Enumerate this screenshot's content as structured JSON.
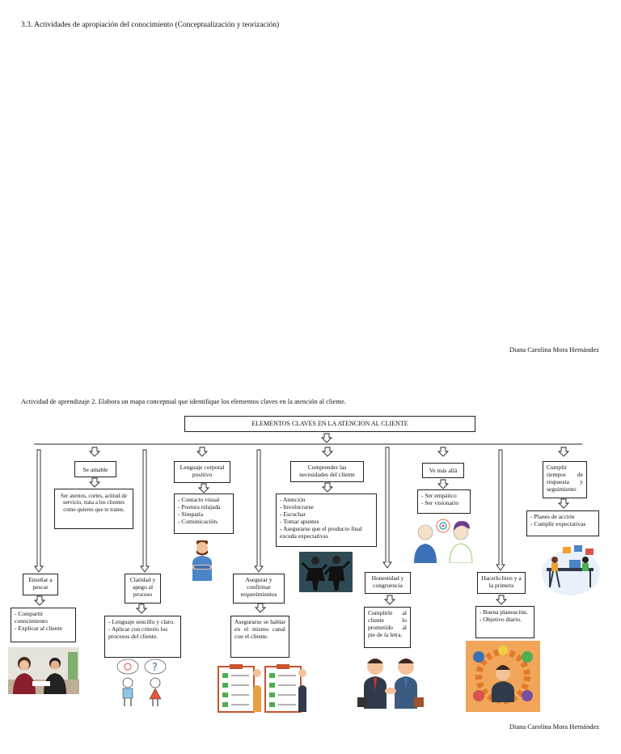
{
  "page1": {
    "heading": "3.3. Actividades de apropiación del conocimiento (Conceptualización y teorización)",
    "author": "Diana Carolina Mora Hernández"
  },
  "page2": {
    "heading": "Actividad de aprendizaje 2. Elabora un mapa conceptual que identifique los elementos claves en la atención al cliente.",
    "author": "Diana Carolina Mora Hernández"
  },
  "map": {
    "title": "ELEMENTOS CLAVES EN LA ATENCION AL CLIENTE",
    "top_concepts": [
      {
        "label": "Se amable",
        "detail": "Ser atentos, cortes, actitud de servicio, trata a los clientes como quieres que te traten."
      },
      {
        "label": "Lenguaje corporal positivo",
        "items": [
          "- Contacto visual",
          "- Postura relajada",
          "- Simpatía",
          "- Comunicación."
        ]
      },
      {
        "label": "Comprender las necesidades del cliente",
        "items": [
          "- Atención",
          "- Involucrarse",
          "- Escuchar",
          "- Tomar apuntes",
          "- Asegurarse que el producto final exceda expectativas"
        ]
      },
      {
        "label": "Ve más allá",
        "items": [
          "- Ser empático",
          "- Ser visionario"
        ]
      },
      {
        "label": "Cumplir tiempos de respuesta y seguimiento",
        "items": [
          "- Planes de acción",
          "- Cumplir expectativas"
        ]
      }
    ],
    "bottom_concepts": [
      {
        "label": "Enseñar a pescar",
        "items": [
          "- Compartir conocimiento",
          "- Explicar al cliente"
        ]
      },
      {
        "label": "Claridad y apego al proceso",
        "items": [
          "- Lenguaje sencillo y claro.",
          "- Aplicar con criterio los procesos del cliente."
        ]
      },
      {
        "label": "Asegurar y confirmar requerimientos",
        "detail": "Asegurarse se hablar en el mismo canal con el cliente."
      },
      {
        "label": "Honestidad y congruencia",
        "detail": "Cumplirle al cliente lo prometido al pie de la letra."
      },
      {
        "label": "Hacerlo bien y a la primera",
        "items": [
          "- Buena planeación.",
          "- Objetivo diario."
        ]
      }
    ]
  },
  "colors": {
    "line": "#222222",
    "skin": "#f2c39a",
    "blue": "#3d6fb6",
    "red": "#d9534f",
    "orange": "#f0a030",
    "green": "#4caf50",
    "dark": "#2f3b4a"
  }
}
